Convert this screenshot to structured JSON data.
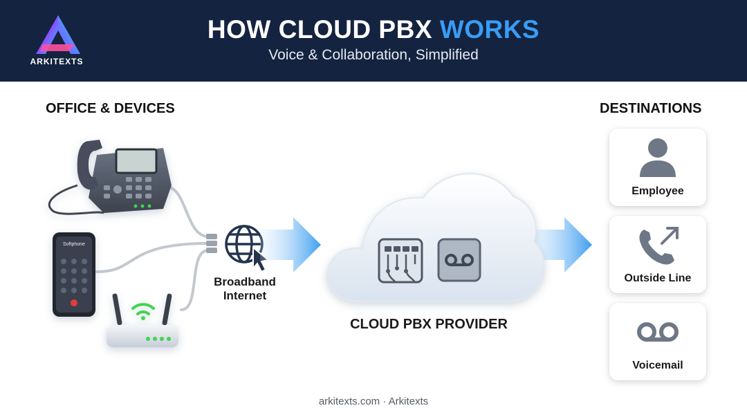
{
  "header": {
    "logo_text": "ARKITEXTS",
    "title_main": "HOW CLOUD PBX ",
    "title_accent": "WORKS",
    "subtitle": "Voice & Collaboration, Simplified"
  },
  "sections": {
    "left_label": "OFFICE & DEVICES",
    "right_label": "DESTINATIONS"
  },
  "devices": {
    "phone_screen_text": "Softphone"
  },
  "internet": {
    "label_line1": "Broadband",
    "label_line2": "Internet"
  },
  "cloud": {
    "label": "CLOUD PBX PROVIDER"
  },
  "destinations": [
    {
      "label": "Employee",
      "icon": "person-icon"
    },
    {
      "label": "Outside Line",
      "icon": "phone-outgoing-icon"
    },
    {
      "label": "Voicemail",
      "icon": "voicemail-icon"
    }
  ],
  "footer": {
    "text": "arkitexts.com · Arkitexts"
  },
  "colors": {
    "header_bg": "#14233f",
    "accent": "#3a9cf5",
    "led_green": "#3fd44f"
  }
}
